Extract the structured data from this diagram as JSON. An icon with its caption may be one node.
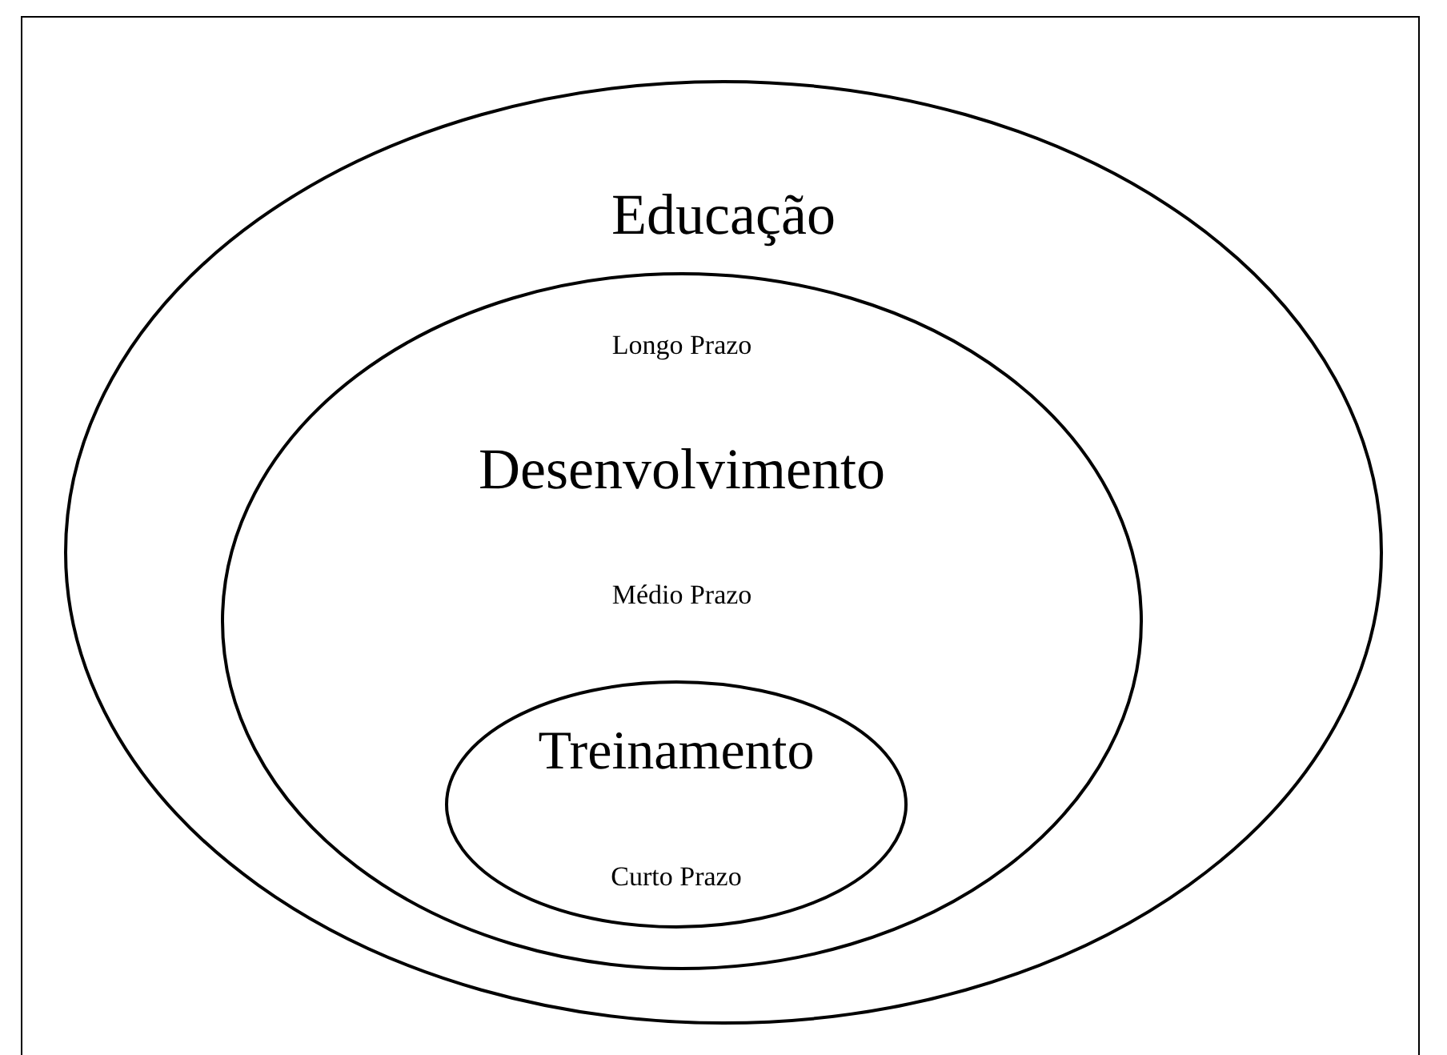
{
  "diagram": {
    "nodes": [
      {
        "text": [
          "Educação"
        ]
      },
      {
        "text": [
          "Longo Prazo",
          "Desenvolvimento",
          "Médio Prazo"
        ],
        "in": 0
      },
      {
        "text": [
          "Treinamento",
          "Curto Prazo"
        ],
        "in": 1
      }
    ]
  }
}
